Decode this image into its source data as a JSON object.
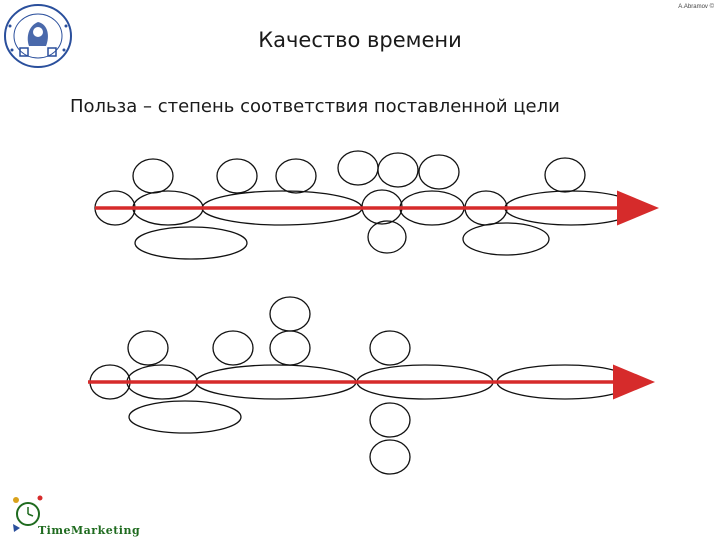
{
  "header": {
    "corner_note": "A.Abramov ©",
    "title": "Качество времени"
  },
  "main": {
    "subtitle": "Польза – степень соответствия поставленной цели"
  },
  "footer": {
    "brand": "TimeMarketing"
  },
  "colors": {
    "arrow": "#d62b2b",
    "outline": "#111111",
    "brand": "#1f6b1f",
    "logo": "#2a4f9c"
  }
}
